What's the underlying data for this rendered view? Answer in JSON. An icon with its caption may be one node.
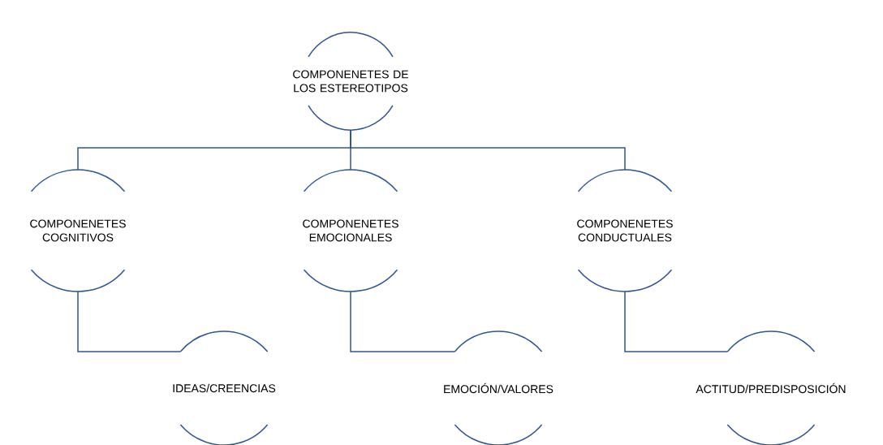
{
  "diagram": {
    "nodes": [
      {
        "text": [
          "COMPONENETES DE LOS ESTEREOTIPOS"
        ]
      },
      {
        "text": [
          "COMPONENETES COGNITIVOS"
        ]
      },
      {
        "text": [
          "COMPONENETES EMOCIONALES"
        ]
      },
      {
        "text": [
          "COMPONENETES CONDUCTUALES"
        ]
      },
      {
        "text": [
          "IDEAS/CREENCIAS"
        ]
      },
      {
        "text": [
          "EMOCIÓN/VALORES"
        ]
      },
      {
        "text": [
          "ACTITUD/PREDISPOSICIÓN"
        ]
      }
    ],
    "edges": [
      {
        "from": 0,
        "to": 1,
        "arrow": "none"
      },
      {
        "from": 0,
        "to": 2,
        "arrow": "none"
      },
      {
        "from": 0,
        "to": 3,
        "arrow": "none"
      },
      {
        "from": 1,
        "to": 4,
        "arrow": "none"
      },
      {
        "from": 2,
        "to": 5,
        "arrow": "none"
      },
      {
        "from": 3,
        "to": 6,
        "arrow": "none"
      }
    ]
  }
}
